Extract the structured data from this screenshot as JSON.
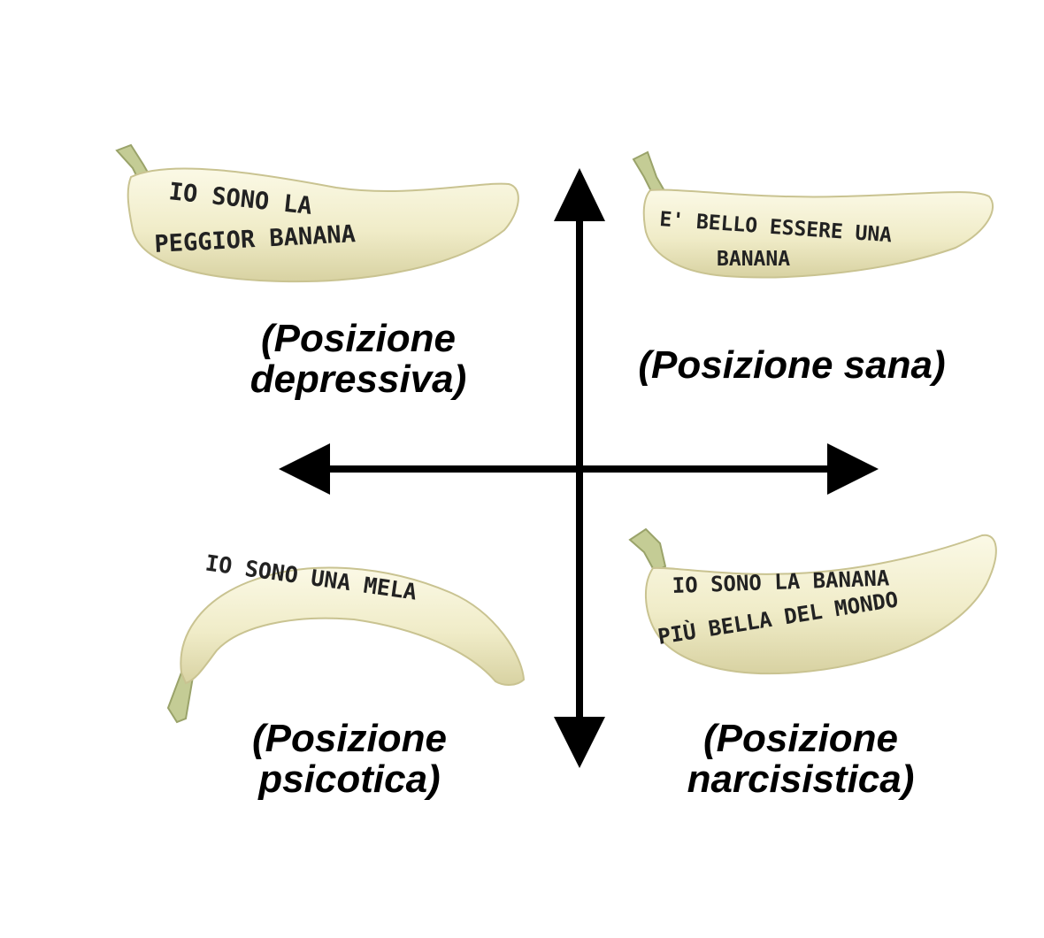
{
  "quadrants": {
    "top_left": {
      "banana_text": [
        "IO SONO LA",
        "PEGGIOR BANANA"
      ],
      "caption": [
        "(Posizione",
        "depressiva)"
      ]
    },
    "top_right": {
      "banana_text": [
        "E' BELLO ESSERE UNA",
        "BANANA"
      ],
      "caption": [
        "(Posizione sana)"
      ]
    },
    "bottom_left": {
      "banana_text": [
        "IO SONO UNA MELA"
      ],
      "caption": [
        "(Posizione",
        "psicotica)"
      ]
    },
    "bottom_right": {
      "banana_text": [
        "IO SONO LA BANANA",
        "PIÙ BELLA DEL MONDO"
      ],
      "caption": [
        "(Posizione",
        "narcisistica)"
      ]
    }
  },
  "colors": {
    "banana_peel": "#f2efcf",
    "banana_shade": "#d9d4a8",
    "stem": "#b8c48a",
    "axis": "#000000"
  }
}
